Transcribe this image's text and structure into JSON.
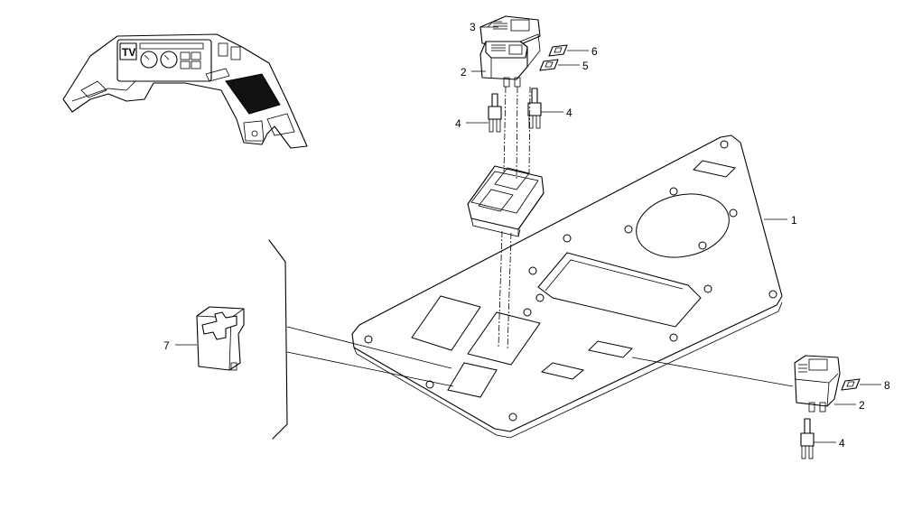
{
  "callouts": [
    {
      "id": "c1",
      "text": "1"
    },
    {
      "id": "c2a",
      "text": "2"
    },
    {
      "id": "c2b",
      "text": "2"
    },
    {
      "id": "c3",
      "text": "3"
    },
    {
      "id": "c4a",
      "text": "4"
    },
    {
      "id": "c4b",
      "text": "4"
    },
    {
      "id": "c4c",
      "text": "4"
    },
    {
      "id": "c5",
      "text": "5"
    },
    {
      "id": "c6",
      "text": "6"
    },
    {
      "id": "c7",
      "text": "7"
    },
    {
      "id": "c8",
      "text": "8"
    }
  ],
  "dashboard": {
    "tv_label": "TV"
  }
}
